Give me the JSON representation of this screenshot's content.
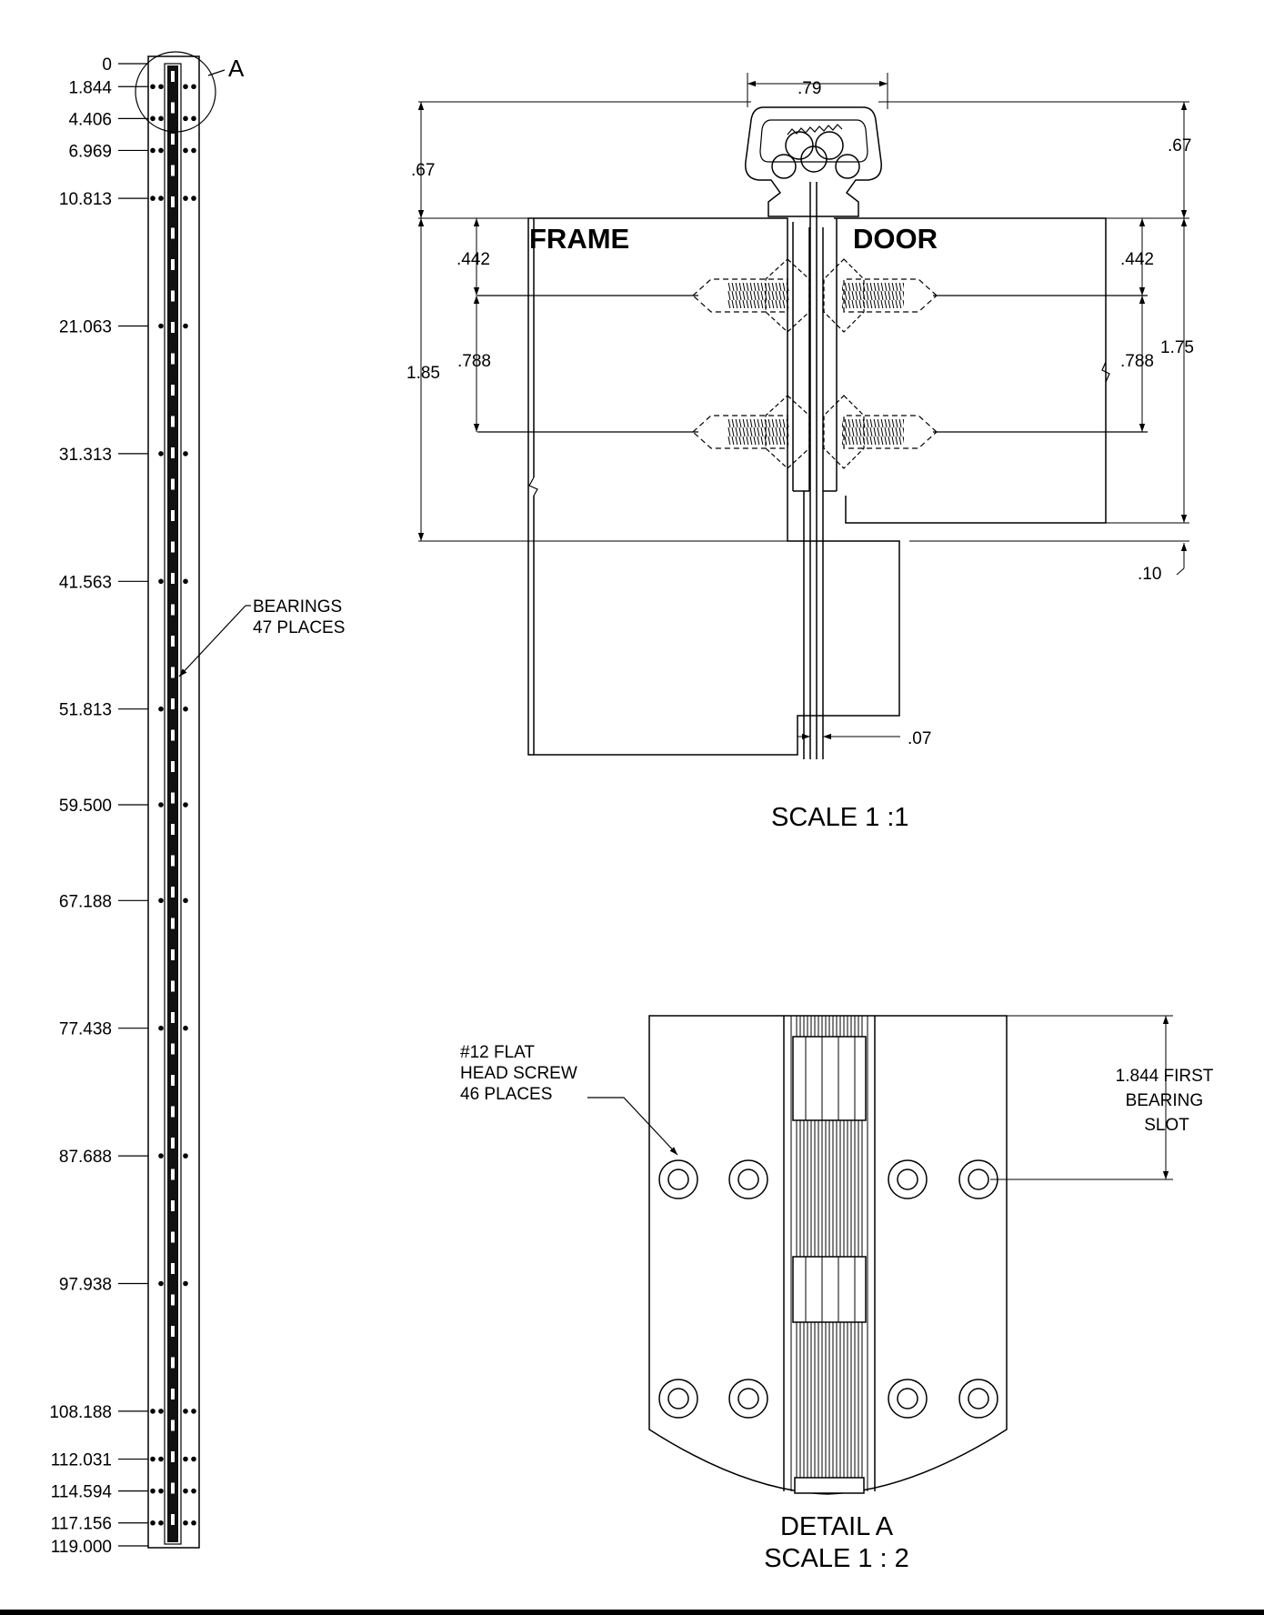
{
  "left_view": {
    "callout_letter": "A",
    "stations": [
      "0",
      "1.844",
      "4.406",
      "6.969",
      "10.813",
      "21.063",
      "31.313",
      "41.563",
      "51.813",
      "59.500",
      "67.188",
      "77.438",
      "87.688",
      "97.938",
      "108.188",
      "112.031",
      "114.594",
      "117.156",
      "119.000"
    ],
    "bearings_note": [
      "BEARINGS",
      "47 PLACES"
    ]
  },
  "section_view": {
    "frame_label": "FRAME",
    "door_label": "DOOR",
    "dims": {
      "width_top": ".79",
      "left_height_top": ".67",
      "right_height_top": ".67",
      "left_total": "1.85",
      "left_first": ".442",
      "left_pitch": ".788",
      "right_first": ".442",
      "right_pitch": ".788",
      "right_total": "1.75",
      "bottom_offset": ".10",
      "gap": ".07"
    },
    "scale_label": "SCALE 1 :1"
  },
  "detail_view": {
    "screw_note": [
      "#12 FLAT",
      "HEAD SCREW",
      "46 PLACES"
    ],
    "bearing_note": [
      "1.844 FIRST",
      "BEARING",
      "SLOT"
    ],
    "title": "DETAIL A",
    "scale_label": "SCALE 1 : 2"
  }
}
